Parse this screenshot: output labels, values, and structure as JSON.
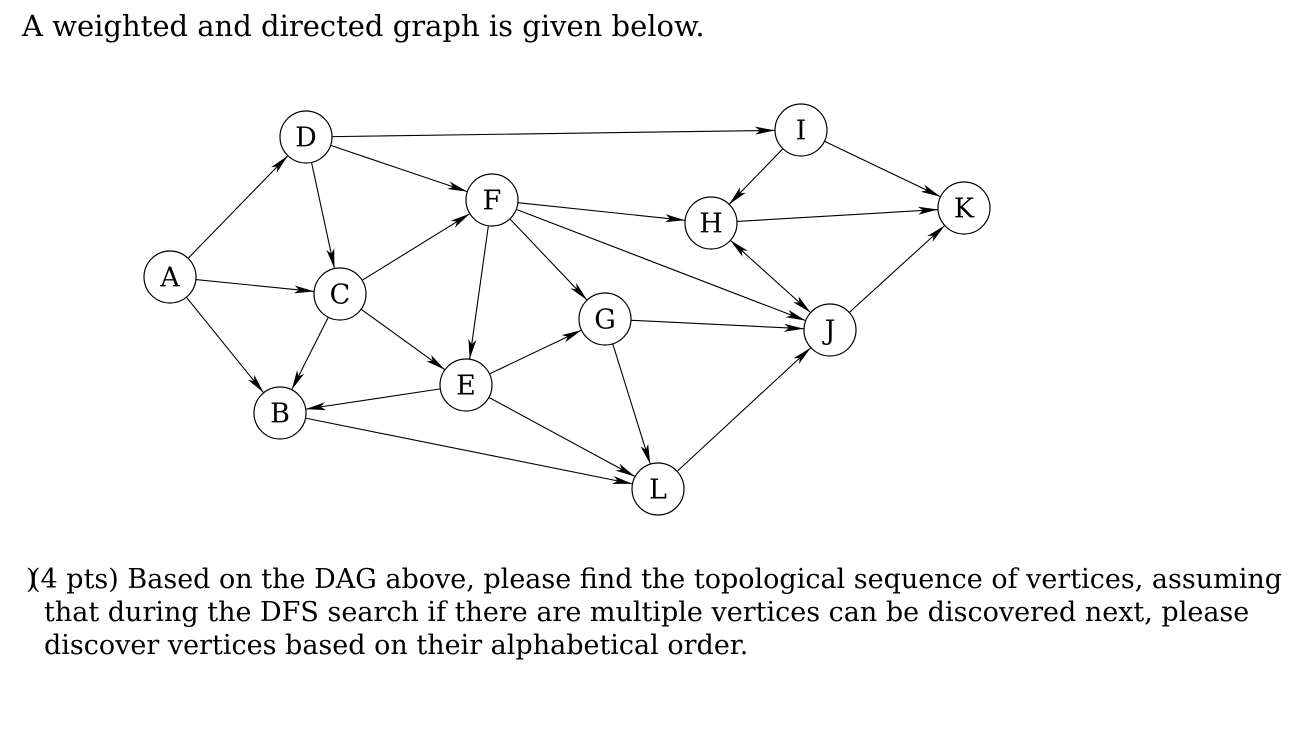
{
  "intro_text": "A weighted and directed graph is given below.",
  "graph": {
    "nodes": [
      {
        "id": "A",
        "label": "A"
      },
      {
        "id": "B",
        "label": "B"
      },
      {
        "id": "C",
        "label": "C"
      },
      {
        "id": "D",
        "label": "D"
      },
      {
        "id": "E",
        "label": "E"
      },
      {
        "id": "F",
        "label": "F"
      },
      {
        "id": "G",
        "label": "G"
      },
      {
        "id": "H",
        "label": "H"
      },
      {
        "id": "I",
        "label": "I"
      },
      {
        "id": "J",
        "label": "J"
      },
      {
        "id": "K",
        "label": "K"
      },
      {
        "id": "L",
        "label": "L"
      }
    ],
    "edges": [
      {
        "from": "A",
        "to": "D"
      },
      {
        "from": "A",
        "to": "C"
      },
      {
        "from": "A",
        "to": "B"
      },
      {
        "from": "D",
        "to": "I"
      },
      {
        "from": "D",
        "to": "F"
      },
      {
        "from": "D",
        "to": "C"
      },
      {
        "from": "C",
        "to": "F"
      },
      {
        "from": "C",
        "to": "B"
      },
      {
        "from": "C",
        "to": "E"
      },
      {
        "from": "F",
        "to": "H"
      },
      {
        "from": "F",
        "to": "J"
      },
      {
        "from": "F",
        "to": "G"
      },
      {
        "from": "F",
        "to": "E"
      },
      {
        "from": "E",
        "to": "B"
      },
      {
        "from": "E",
        "to": "G"
      },
      {
        "from": "E",
        "to": "L"
      },
      {
        "from": "B",
        "to": "L"
      },
      {
        "from": "G",
        "to": "J"
      },
      {
        "from": "G",
        "to": "L"
      },
      {
        "from": "L",
        "to": "J"
      },
      {
        "from": "I",
        "to": "H"
      },
      {
        "from": "I",
        "to": "K"
      },
      {
        "from": "H",
        "to": "K"
      },
      {
        "from": "J",
        "to": "K"
      },
      {
        "from": "H",
        "to": "J",
        "bidirectional": true
      }
    ]
  },
  "question": {
    "marker": ")",
    "lines": [
      "(4 pts) Based on the DAG above, please find the topological sequence of vertices, assuming",
      "that during the DFS search if there are multiple vertices can be discovered next, please",
      "discover vertices based on their alphabetical order."
    ]
  }
}
